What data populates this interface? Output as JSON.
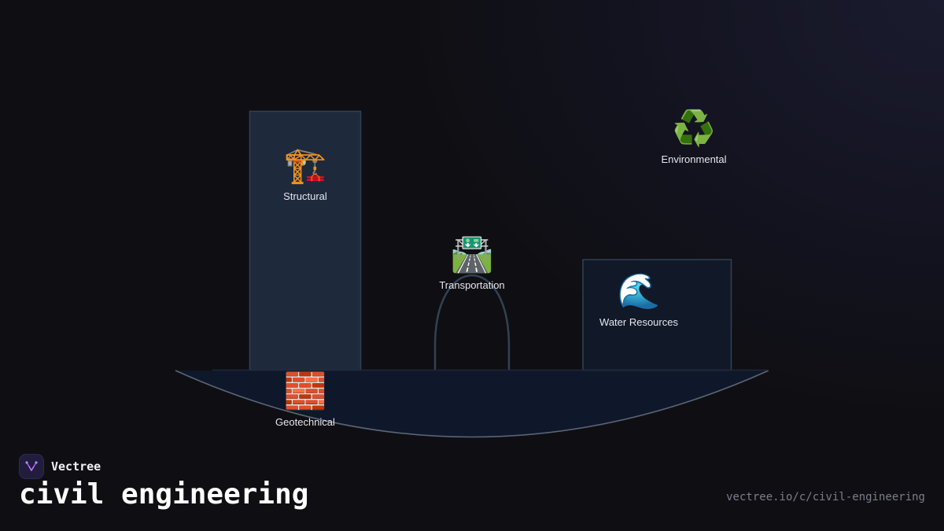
{
  "diagram": {
    "nodes": [
      {
        "id": "structural",
        "icon": "construction-crane-icon",
        "emoji": "🏗️",
        "label": "Structural"
      },
      {
        "id": "environmental",
        "icon": "recycling-icon",
        "emoji": "♻️",
        "label": "Environmental"
      },
      {
        "id": "transportation",
        "icon": "motorway-icon",
        "emoji": "🛣️",
        "label": "Transportation"
      },
      {
        "id": "water",
        "icon": "water-wave-icon",
        "emoji": "🌊",
        "label": "Water Resources"
      },
      {
        "id": "geotechnical",
        "icon": "brick-icon",
        "emoji": "🧱",
        "label": "Geotechnical"
      }
    ]
  },
  "footer": {
    "brand_name": "Vectree",
    "title": "civil engineering",
    "url": "vectree.io/c/civil-engineering"
  },
  "colors": {
    "background": "#0f0f13",
    "structural_fill": "#1e293b",
    "water_fill": "#111827",
    "ground_fill": "#0f172a",
    "stroke": "#475569",
    "brand_accent": "#a855f7"
  }
}
